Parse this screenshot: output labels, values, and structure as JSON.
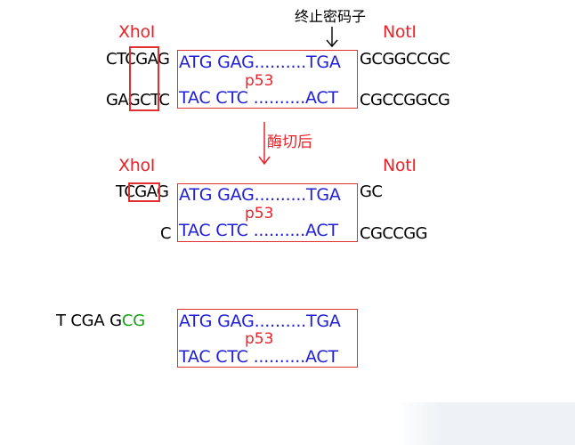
{
  "colors": {
    "label_red": "#e8242a",
    "seq_blue": "#2020d8",
    "seq_black": "#000000",
    "seq_green": "#1aa11a",
    "box_red": "#e03030"
  },
  "annotations": {
    "stop_codon": "终止密码子",
    "after_digest": "酶切后"
  },
  "stage1": {
    "xhoi": "XhoI",
    "noti": "NotI",
    "left_top": "CTCGAG",
    "left_bottom": "GAGCTC",
    "gene_top": "ATG GAG..........TGA",
    "gene_label": "p53",
    "gene_bottom": "TAC CTC ..........ACT",
    "right_top": "GCGGCCGC",
    "right_bottom": "CGCCGGCG"
  },
  "stage2": {
    "xhoi": "XhoI",
    "noti": "NotI",
    "left_top": "TCGAG",
    "left_bottom": "C",
    "gene_top": "ATG GAG..........TGA",
    "gene_label": "p53",
    "gene_bottom": "TAC CTC ..........ACT",
    "right_top": "GC",
    "right_bottom": "CGCCGG"
  },
  "stage3": {
    "left_black": "T CGA G",
    "left_green": "CG",
    "gene_top": "ATG GAG..........TGA",
    "gene_label": "p53",
    "gene_bottom": "TAC CTC ..........ACT"
  }
}
